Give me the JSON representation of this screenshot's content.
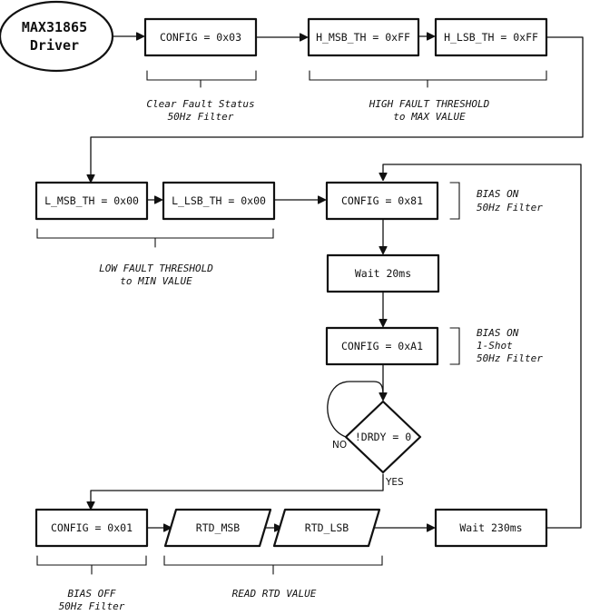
{
  "start": {
    "line1": "MAX31865",
    "line2": "Driver"
  },
  "steps": {
    "config_03": "CONFIG = 0x03",
    "h_msb": "H_MSB_TH = 0xFF",
    "h_lsb": "H_LSB_TH = 0xFF",
    "l_msb": "L_MSB_TH = 0x00",
    "l_lsb": "L_LSB_TH = 0x00",
    "config_81": "CONFIG = 0x81",
    "wait_20": "Wait 20ms",
    "config_a1": "CONFIG = 0xA1",
    "drdy": "!DRDY = 0",
    "config_01": "CONFIG = 0x01",
    "rtd_msb": "RTD_MSB",
    "rtd_lsb": "RTD_LSB",
    "wait_230": "Wait 230ms"
  },
  "edges": {
    "no": "NO",
    "yes": "YES"
  },
  "notes": {
    "clear_fault": [
      "Clear Fault Status",
      "50Hz Filter"
    ],
    "high_fault": [
      "HIGH FAULT THRESHOLD",
      "to MAX VALUE"
    ],
    "low_fault": [
      "LOW FAULT THRESHOLD",
      "to MIN VALUE"
    ],
    "bias_on_1": [
      "BIAS ON",
      "50Hz Filter"
    ],
    "bias_on_2": [
      "BIAS ON",
      "1-Shot",
      "50Hz Filter"
    ],
    "bias_off": [
      "BIAS OFF",
      "50Hz Filter"
    ],
    "read_rtd": [
      "READ RTD VALUE"
    ]
  }
}
